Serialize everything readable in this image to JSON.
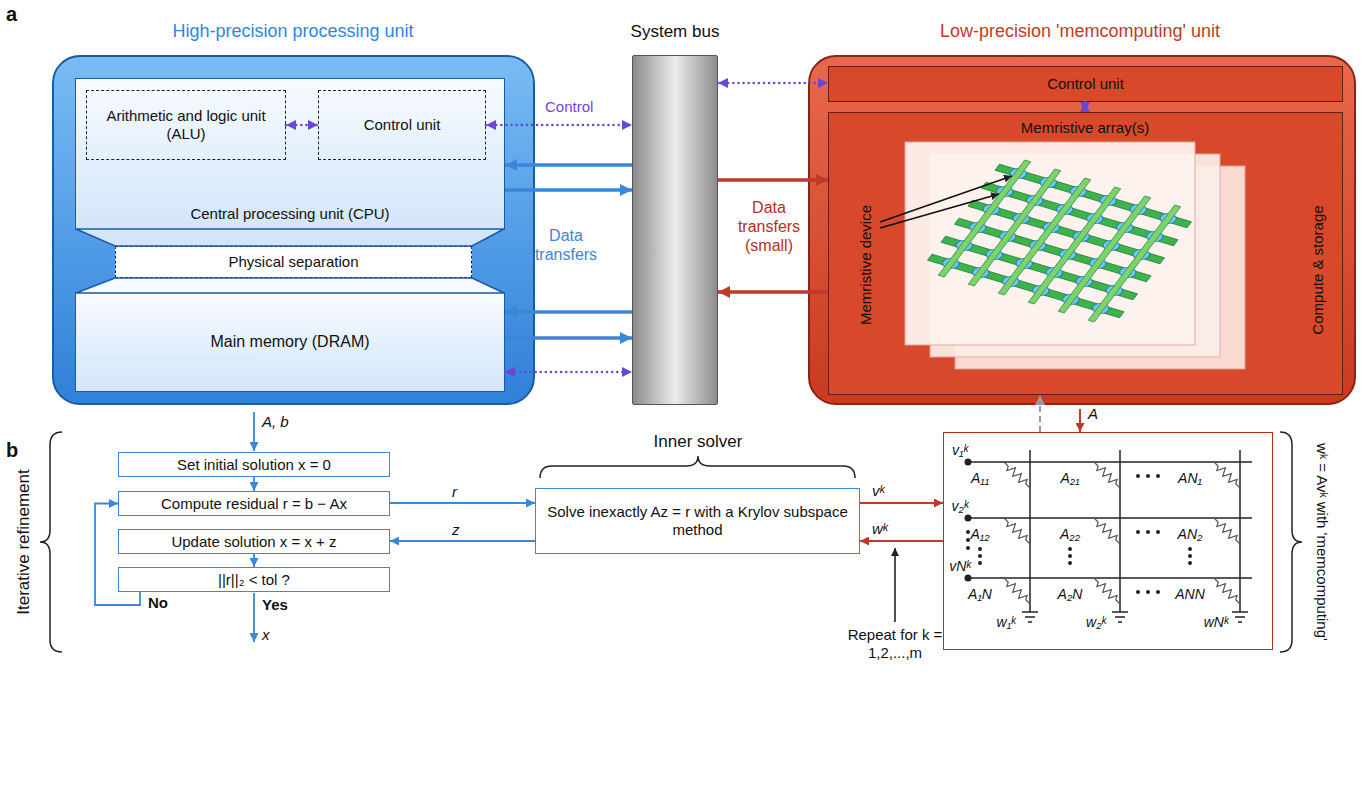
{
  "diagram": {
    "nodes": [
      {
        "text": [
          "High-precision processing unit"
        ]
      },
      {
        "text": [
          "Central processing unit (CPU)"
        ],
        "in": 0
      },
      {
        "text": [
          "Arithmetic and logic unit (ALU)"
        ],
        "in": 1
      },
      {
        "text": [
          "Control unit"
        ],
        "in": 1
      },
      {
        "text": [
          "Physical separation"
        ],
        "in": 0
      },
      {
        "text": [
          "Main memory (DRAM)"
        ],
        "in": 0
      },
      {
        "text": [
          "System bus"
        ]
      },
      {
        "text": [
          "Low-precision 'memcomputing' unit"
        ]
      },
      {
        "text": [
          "Control unit"
        ],
        "in": 7
      },
      {
        "text": [
          "Memristive array(s)",
          "Memristive device",
          "Compute & storage"
        ],
        "in": 7
      },
      {
        "text": [
          "Set initial solution x = 0"
        ]
      },
      {
        "text": [
          "Compute residual r = b − Ax"
        ]
      },
      {
        "text": [
          "Update solution x = x + z"
        ]
      },
      {
        "text": [
          "||r||₂ < tol ?"
        ]
      },
      {
        "text": [
          "Solve inexactly Az = r with a Krylov subspace method"
        ]
      },
      {
        "text": [
          "v₁ᵏ",
          "A₁₁",
          "A₂₁",
          "AN₁",
          "v₂ᵏ",
          "A₁₂",
          "A₂₂",
          "AN₂",
          "vNᵏ",
          "A₁N",
          "A₂N",
          "ANN",
          "w₁ᵏ",
          "w₂ᵏ",
          "wNᵏ"
        ]
      }
    ],
    "edges": [
      {
        "from": 2,
        "to": 3,
        "arrow": "both"
      },
      {
        "from": 3,
        "to": 6,
        "arrow": "both",
        "label": "Control"
      },
      {
        "from": 6,
        "to": 1,
        "arrow": "to"
      },
      {
        "from": 1,
        "to": 6,
        "arrow": "to"
      },
      {
        "from": 6,
        "to": 5,
        "arrow": "to"
      },
      {
        "from": 5,
        "to": 6,
        "arrow": "to"
      },
      {
        "from": 5,
        "to": 6,
        "arrow": "both"
      },
      {
        "from": 6,
        "to": 8,
        "arrow": "both"
      },
      {
        "from": 8,
        "to": 9,
        "arrow": "both"
      },
      {
        "from": 6,
        "to": 9,
        "arrow": "to",
        "label": "Data transfers (small)"
      },
      {
        "from": 9,
        "to": 6,
        "arrow": "to"
      },
      {
        "from": 10,
        "to": 11,
        "arrow": "to"
      },
      {
        "from": 11,
        "to": 14,
        "arrow": "to",
        "label": "r"
      },
      {
        "from": 14,
        "to": 12,
        "arrow": "to",
        "label": "z"
      },
      {
        "from": 12,
        "to": 13,
        "arrow": "to"
      },
      {
        "from": 13,
        "to": 11,
        "arrow": "to",
        "label": "No"
      },
      {
        "from": 14,
        "to": 15,
        "arrow": "to",
        "label": "vᵏ"
      },
      {
        "from": 15,
        "to": 14,
        "arrow": "to",
        "label": "wᵏ"
      },
      {
        "from": 15,
        "to": 9,
        "arrow": "to"
      }
    ],
    "labels": [
      "a",
      "b",
      "Data transfers",
      "A, b",
      "Iterative refinement",
      "Yes",
      "x",
      "Inner solver",
      "A",
      "Repeat for k = 1,2,...,m",
      "wᵏ = Avᵏ with 'memcomputing'"
    ]
  }
}
